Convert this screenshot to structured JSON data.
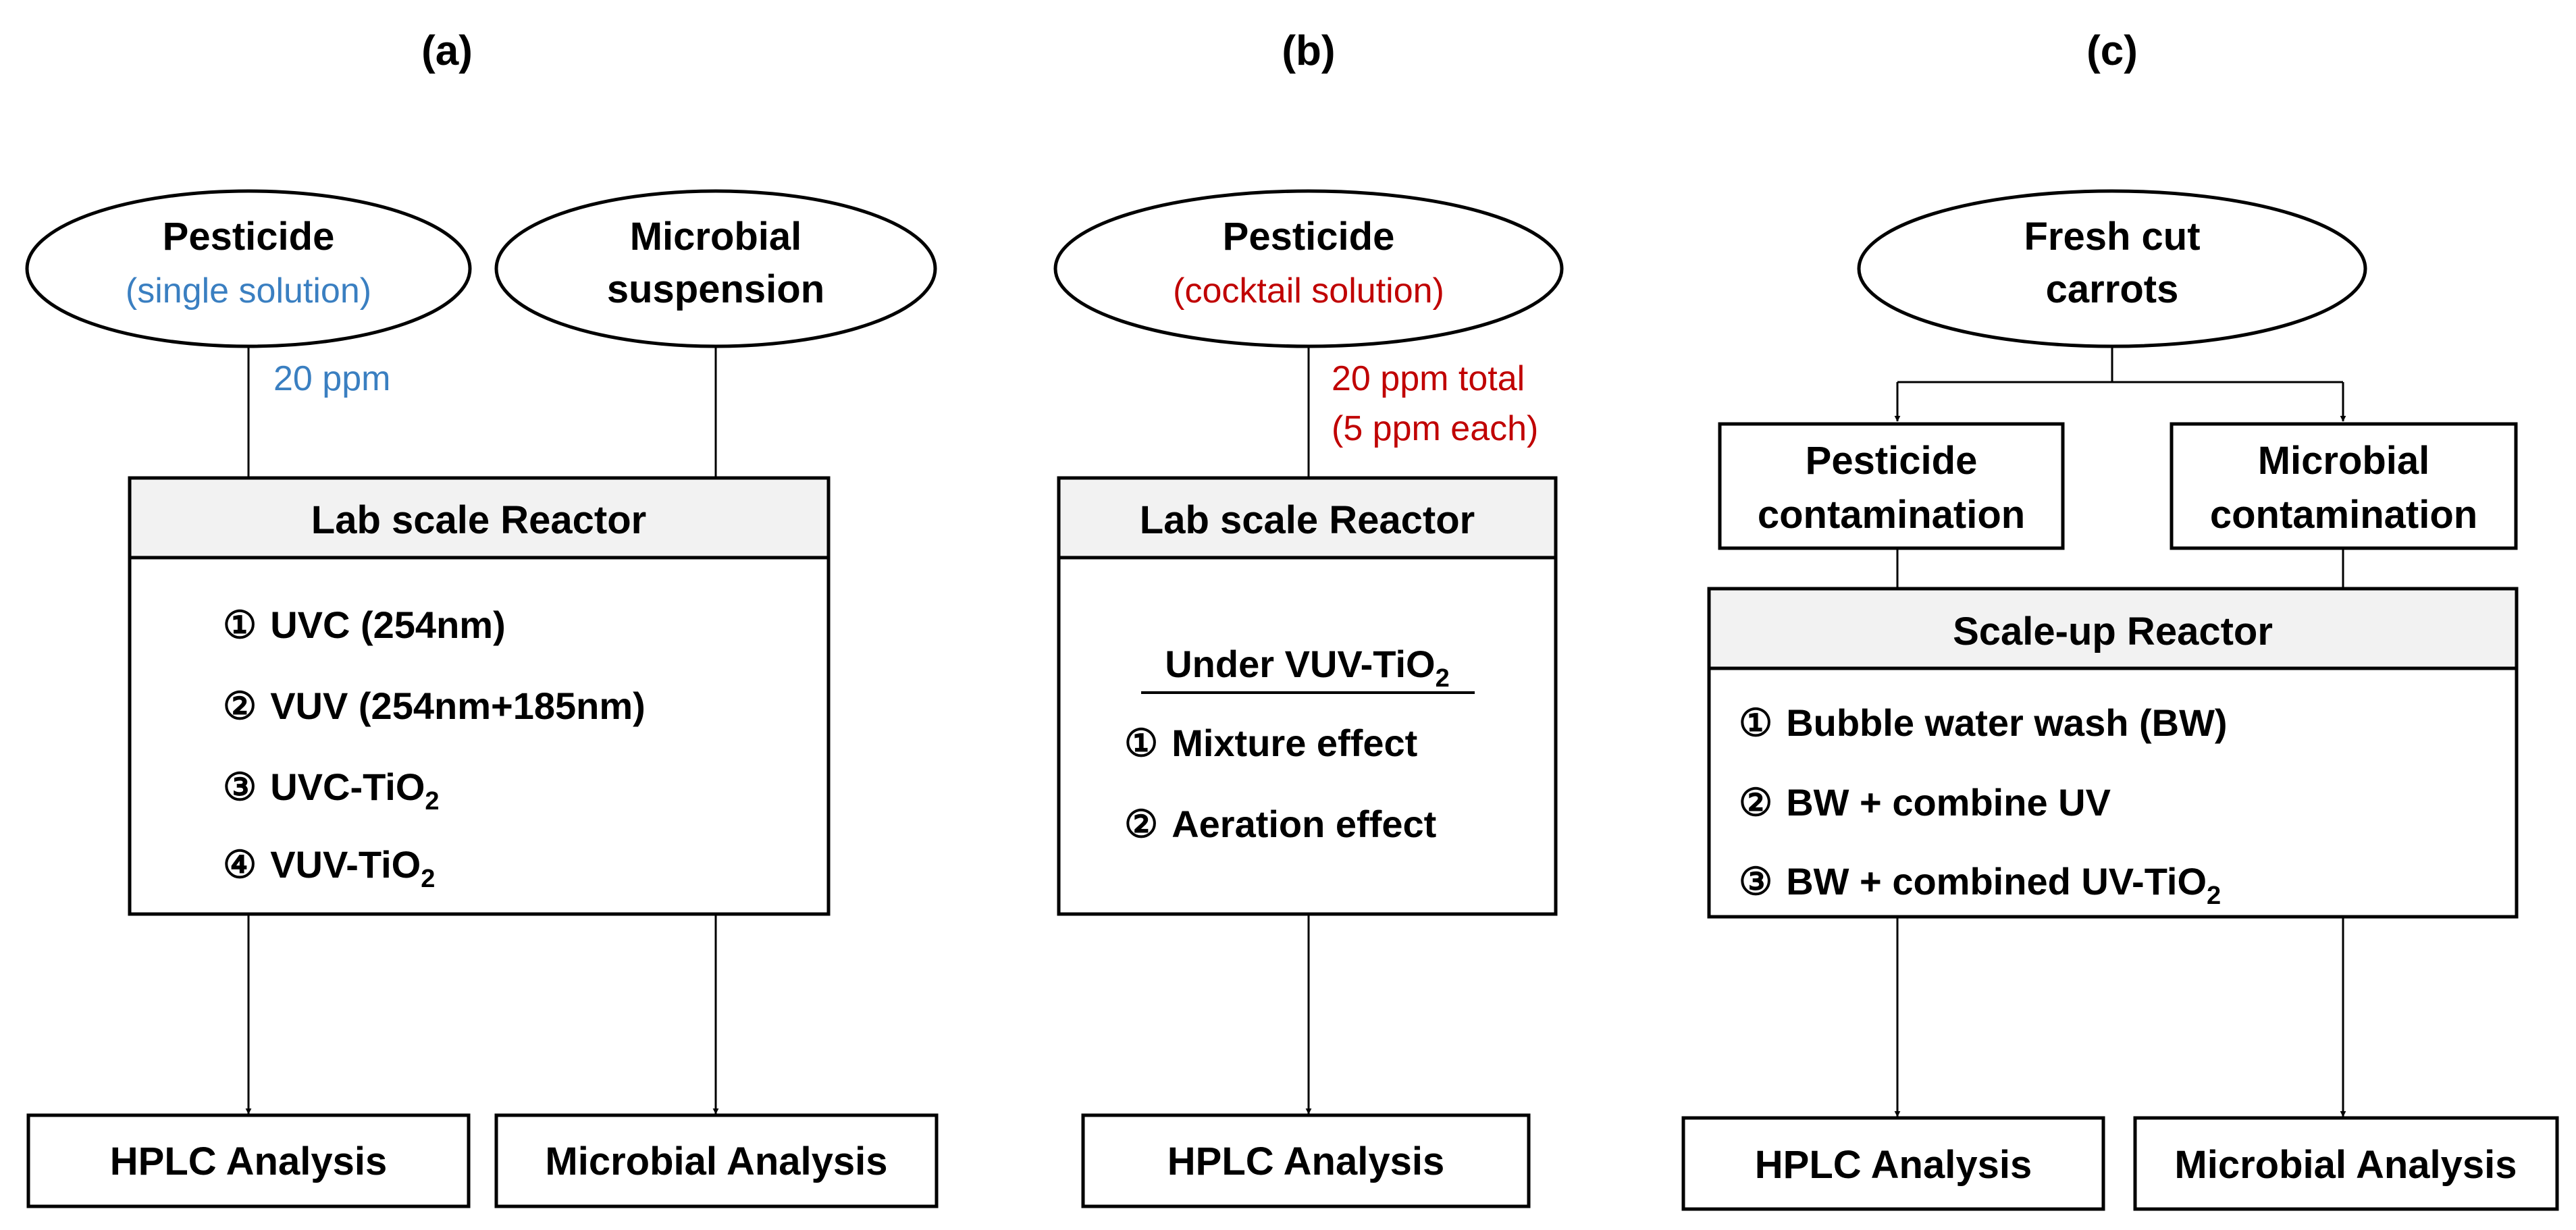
{
  "colors": {
    "blue": "#3a7fc1",
    "red": "#c00000",
    "black": "#000000"
  },
  "panels": {
    "a": {
      "label": "(a)",
      "pesticide": {
        "line1": "Pesticide",
        "line2": "(single solution)"
      },
      "microbial": {
        "line1": "Microbial",
        "line2": "suspension"
      },
      "dose": "20 ppm",
      "reactor": {
        "title": "Lab scale Reactor",
        "items": [
          {
            "marker": "①",
            "text": "UVC  (254nm)"
          },
          {
            "marker": "②",
            "text": "VUV  (254nm+185nm)"
          },
          {
            "marker": "③",
            "text": "UVC-TiO",
            "sub": "2"
          },
          {
            "marker": "④",
            "text": "VUV-TiO",
            "sub": "2"
          }
        ]
      },
      "out_left": "HPLC Analysis",
      "out_right": "Microbial Analysis"
    },
    "b": {
      "label": "(b)",
      "pesticide": {
        "line1": "Pesticide",
        "line2": "(cocktail solution)"
      },
      "dose": {
        "line1": "20 ppm total",
        "line2": "(5 ppm each)"
      },
      "reactor": {
        "title": "Lab scale Reactor",
        "heading": "Under VUV-TiO",
        "heading_sub": "2",
        "items": [
          {
            "marker": "①",
            "text": "Mixture effect"
          },
          {
            "marker": "②",
            "text": "Aeration effect"
          }
        ]
      },
      "out": "HPLC Analysis"
    },
    "c": {
      "label": "(c)",
      "source": {
        "line1": "Fresh cut",
        "line2": "carrots"
      },
      "left_box": {
        "line1": "Pesticide",
        "line2": "contamination"
      },
      "right_box": {
        "line1": "Microbial",
        "line2": "contamination"
      },
      "reactor": {
        "title": "Scale-up Reactor",
        "items": [
          {
            "marker": "①",
            "text": "Bubble water wash (BW)"
          },
          {
            "marker": "②",
            "text": "BW + combine UV"
          },
          {
            "marker": "③",
            "text": "BW + combined UV-TiO",
            "sub": "2"
          }
        ]
      },
      "out_left": "HPLC Analysis",
      "out_right": "Microbial Analysis"
    }
  }
}
